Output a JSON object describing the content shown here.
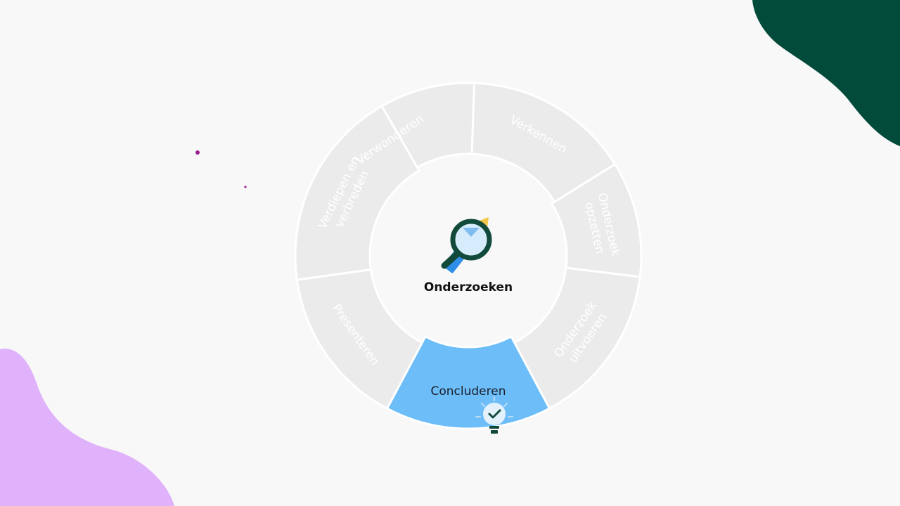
{
  "diagram": {
    "center_title": "Onderzoeken",
    "active_step": "concluderen",
    "colors": {
      "segment": "#ebebeb",
      "active_segment": "#6cbdf8",
      "label": "#ffffff",
      "active_label": "#1b1f2a",
      "blob_dark_green": "#024a3a",
      "blob_lilac": "#dfb2fb",
      "dot_purple": "#9b1f8f",
      "icon_green": "#114a3a",
      "icon_blue": "#2f8ee6",
      "icon_light_blue": "#d6ebfb",
      "icon_yellow": "#f2c84b"
    },
    "center_icon": "magnifier-pencil-icon",
    "bulb_icon": "lightbulb-check-icon",
    "steps": [
      {
        "id": "verwonderen",
        "lines": [
          "Verwonderen"
        ]
      },
      {
        "id": "verkennen",
        "lines": [
          "Verkennen"
        ]
      },
      {
        "id": "onderzoek-opzetten",
        "lines": [
          "Onderzoek",
          "opzetten"
        ]
      },
      {
        "id": "onderzoek-uitvoeren",
        "lines": [
          "Onderzoek",
          "uitvoeren"
        ]
      },
      {
        "id": "concluderen",
        "lines": [
          "Concluderen"
        ]
      },
      {
        "id": "presenteren",
        "lines": [
          "Presenteren"
        ]
      },
      {
        "id": "verdiepen-en-verbreden",
        "lines": [
          "Verdiepen en",
          "verbreden"
        ]
      }
    ]
  }
}
